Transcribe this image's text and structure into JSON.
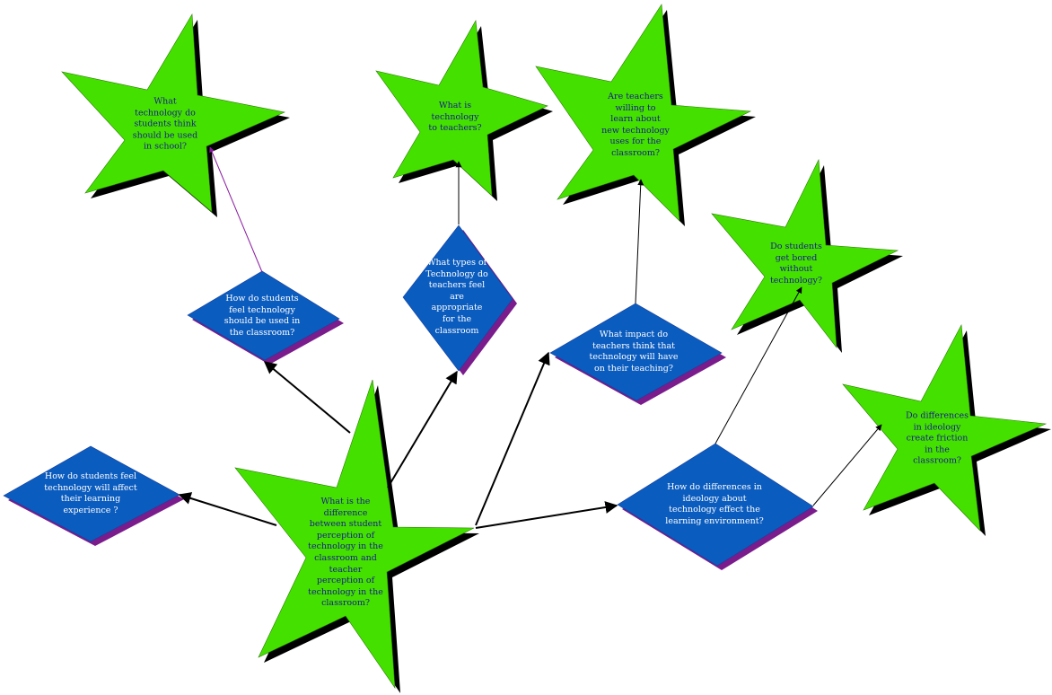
{
  "colors": {
    "star_fill": "#44e100",
    "diamond_fill": "#0b5cbf",
    "diamond_shadow": "#7a1c8c",
    "shadow": "#000000",
    "star_text": "#1a1a8c",
    "diamond_text": "#ffffff",
    "edge": "#000000",
    "edge_highlight": "#8a1aa0"
  },
  "nodes": {
    "central": "What is the\ndifference\nbetween student\nperception of\ntechnology in the\nclassroom and\nteacher\nperception of\ntechnology in the\nclassroom?",
    "students_learning": "How do students feel\ntechnology will affect\ntheir learning\nexperience ?",
    "students_feel_use": "How do students\nfeel technology\nshould be used in\nthe classroom?",
    "students_think_school": "What\ntechnology do\nstudents think\nshould be used\nin school?",
    "types_appropriate": "What types of\nTechnology do\nteachers feel\nare\nappropriate\nfor the\nclassroom",
    "tech_to_teachers": "What is\ntechnology\nto teachers?",
    "impact_teaching": "What impact do\nteachers think that\ntechnology will have\non their teaching?",
    "teachers_willing": "Are teachers\nwilling to\nlearn about\nnew technology\nuses for the\nclassroom?",
    "ideology_effect": "How do differences in\nideology about\ntechnology effect the\nlearning environment?",
    "students_bored": "Do students\nget bored\nwithout\ntechnology?",
    "ideology_friction": "Do differences\nin ideology\ncreate friction\nin the\nclassroom?"
  }
}
